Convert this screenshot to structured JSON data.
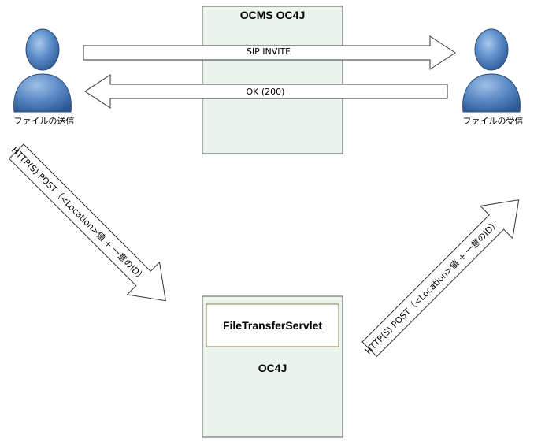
{
  "top_box": {
    "title": "OCMS OC4J"
  },
  "bottom_box": {
    "title": "OC4J",
    "inner_label": "FileTransferServlet"
  },
  "sender": {
    "label": "ファイルの送信"
  },
  "receiver": {
    "label": "ファイルの受信"
  },
  "arrows": {
    "sip_invite": "SIP INVITE",
    "ok": "OK (200)",
    "http_post_left": "HTTP(S) POST（<Location>値 + 一意のID）",
    "http_post_right": "HTTP(S) POST（<Location>値 + 一意のID）"
  },
  "colors": {
    "box_fill": "#EAF4EC",
    "box_border": "#5a5a5a",
    "inner_border": "#8a7a4a",
    "person_body": "#4f7fb8",
    "person_outline": "#2a4a78"
  }
}
